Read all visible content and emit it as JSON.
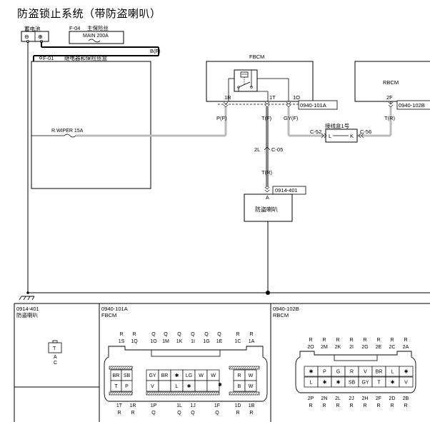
{
  "title": "防盗锁止系统（带防盗喇叭）",
  "battery": {
    "label": "蓄电池",
    "minus": "⊖",
    "plus": "⊕"
  },
  "main_fuse": {
    "id": "F-04",
    "name": "主保险丝",
    "rating": "MAIN 200A",
    "wire": "B(F)"
  },
  "relay_box": {
    "id": "F-01",
    "name": "继电器和保险丝盒",
    "fuse": "R.WIPER 15A"
  },
  "fbcm": {
    "name": "FBCM",
    "pins": [
      "1R",
      "1T",
      "1O"
    ],
    "wires": [
      "P(F)",
      "T(F)",
      "GY(F)"
    ],
    "connector": "0940-101A"
  },
  "rbcm": {
    "name": "RBCM",
    "pin": "2F",
    "wire": "T(R)",
    "connector": "0940-102B"
  },
  "junction": {
    "name": "接线盒1号",
    "left_conn": "C-52",
    "right_conn": "C-56",
    "left_pin": "L",
    "right_pin": "K"
  },
  "splice": {
    "pin": "2L",
    "conn": "C-05",
    "wire": "T(R)"
  },
  "horn": {
    "name": "防盗喇叭",
    "connector": "0914-401",
    "pin": "A"
  },
  "bottom": {
    "horn_panel": {
      "id": "0914-401",
      "name": "防盗喇叭",
      "pin_letter": "T",
      "pin_a": "A",
      "pin_c": "C"
    },
    "fbcm_panel": {
      "id": "0940-101A",
      "name": "FBCM",
      "top_letters": [
        "R",
        "R",
        "Q",
        "Q",
        "Q",
        "Q",
        "Q",
        "Q",
        "R",
        "R"
      ],
      "top_pins": [
        "1S",
        "1Q",
        "1O",
        "1M",
        "1K",
        "1I",
        "1G",
        "1E",
        "1C",
        "1A"
      ],
      "left_block": [
        [
          "BR",
          "SB"
        ],
        [
          "T",
          "P"
        ]
      ],
      "mid_block": [
        [
          "GY",
          "BR",
          "✱",
          "LG",
          "W",
          "W"
        ],
        [
          "V",
          "",
          "L",
          "✱",
          "",
          ""
        ]
      ],
      "mid_star": "✱",
      "right_block": [
        [
          "R",
          "W"
        ],
        [
          "B",
          "W"
        ]
      ],
      "bottom_pins": [
        "1T",
        "1R",
        "1P",
        "1L",
        "1J",
        "1F",
        "1D",
        "1B"
      ],
      "bottom_letters": [
        "R",
        "R",
        "Q",
        "Q",
        "Q",
        "Q",
        "R",
        "R"
      ]
    },
    "rbcm_panel": {
      "id": "0940-102B",
      "name": "RBCM",
      "top_letters": [
        "R",
        "R",
        "R",
        "R",
        "R",
        "R",
        "R",
        "R"
      ],
      "top_pins": [
        "2O",
        "2M",
        "2K",
        "2I",
        "2G",
        "2E",
        "2C",
        "2A"
      ],
      "row1": [
        "✱",
        "P",
        "G",
        "R",
        "V",
        "BR",
        "L",
        "✱"
      ],
      "row2": [
        "L",
        "✱",
        "✱",
        "SB",
        "GY",
        "T",
        "✱",
        "V"
      ],
      "bottom_pins": [
        "2P",
        "2N",
        "2L",
        "2J",
        "2H",
        "2F",
        "2D",
        "2B"
      ],
      "bottom_letters": [
        "R",
        "R",
        "R",
        "R",
        "R",
        "R",
        "R",
        "R"
      ]
    }
  }
}
